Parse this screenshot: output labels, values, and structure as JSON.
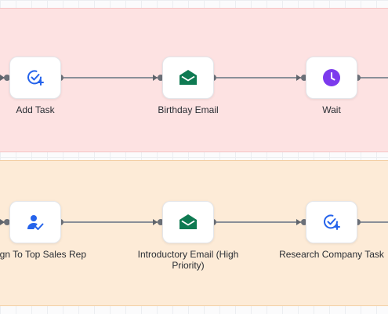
{
  "lanes": [
    {
      "nodes": [
        {
          "label": "Add Task",
          "icon": "task-add-icon"
        },
        {
          "label": "Birthday Email",
          "icon": "envelope-icon"
        },
        {
          "label": "Wait",
          "icon": "clock-icon"
        }
      ]
    },
    {
      "nodes": [
        {
          "label": "Assign To Top Sales Rep",
          "icon": "assign-user-icon"
        },
        {
          "label": "Introductory Email (High Priority)",
          "icon": "envelope-icon"
        },
        {
          "label": "Research Company Task",
          "icon": "task-add-icon"
        }
      ]
    }
  ],
  "colors": {
    "task_blue": "#2563eb",
    "email_green": "#0f7a52",
    "wait_purple": "#7c3aed"
  }
}
